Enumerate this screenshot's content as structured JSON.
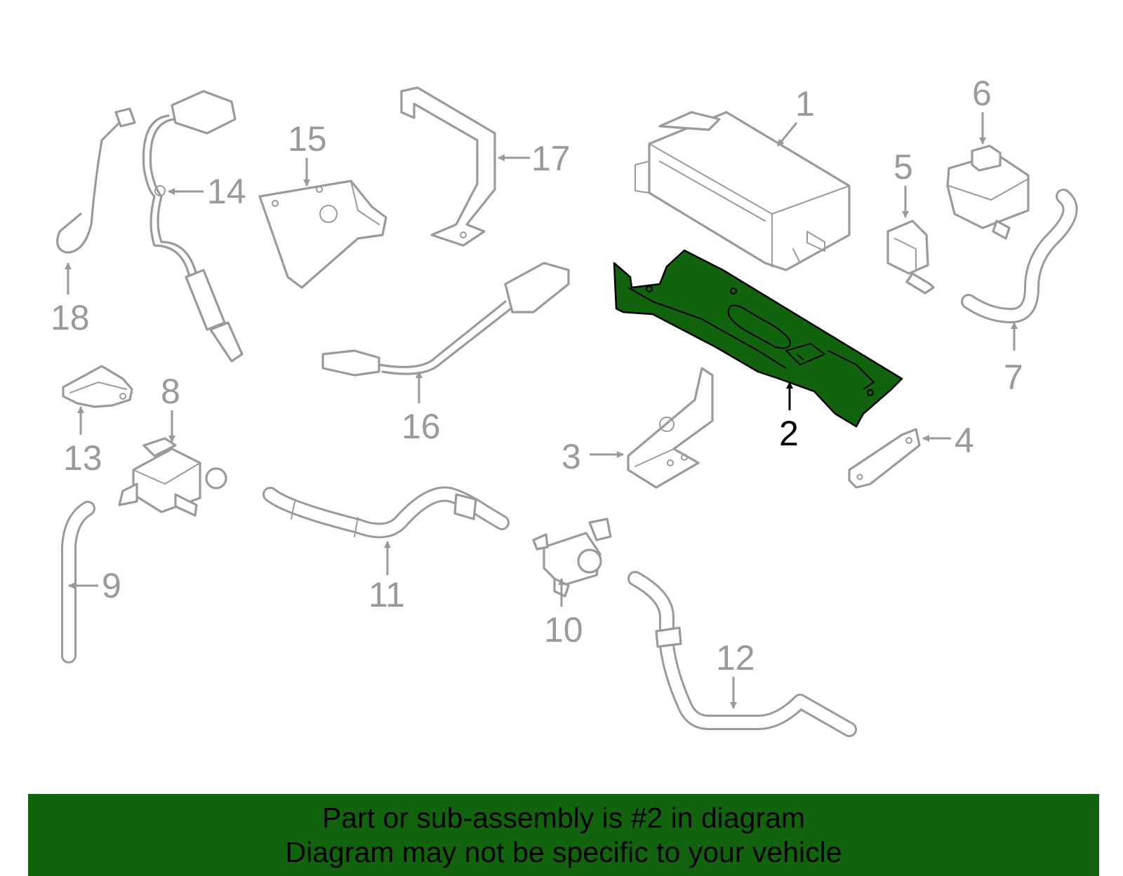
{
  "callouts": [
    "1",
    "2",
    "3",
    "4",
    "5",
    "6",
    "7",
    "8",
    "9",
    "10",
    "11",
    "12",
    "13",
    "14",
    "15",
    "16",
    "17",
    "18"
  ],
  "highlighted_part": "2",
  "banner": {
    "line1": "Part or sub-assembly is #2 in diagram",
    "line2": "Diagram may not be specific to your vehicle"
  },
  "colors": {
    "highlight": "#11630d",
    "part_stroke": "#9a9a9a",
    "banner_bg": "#11630d"
  }
}
